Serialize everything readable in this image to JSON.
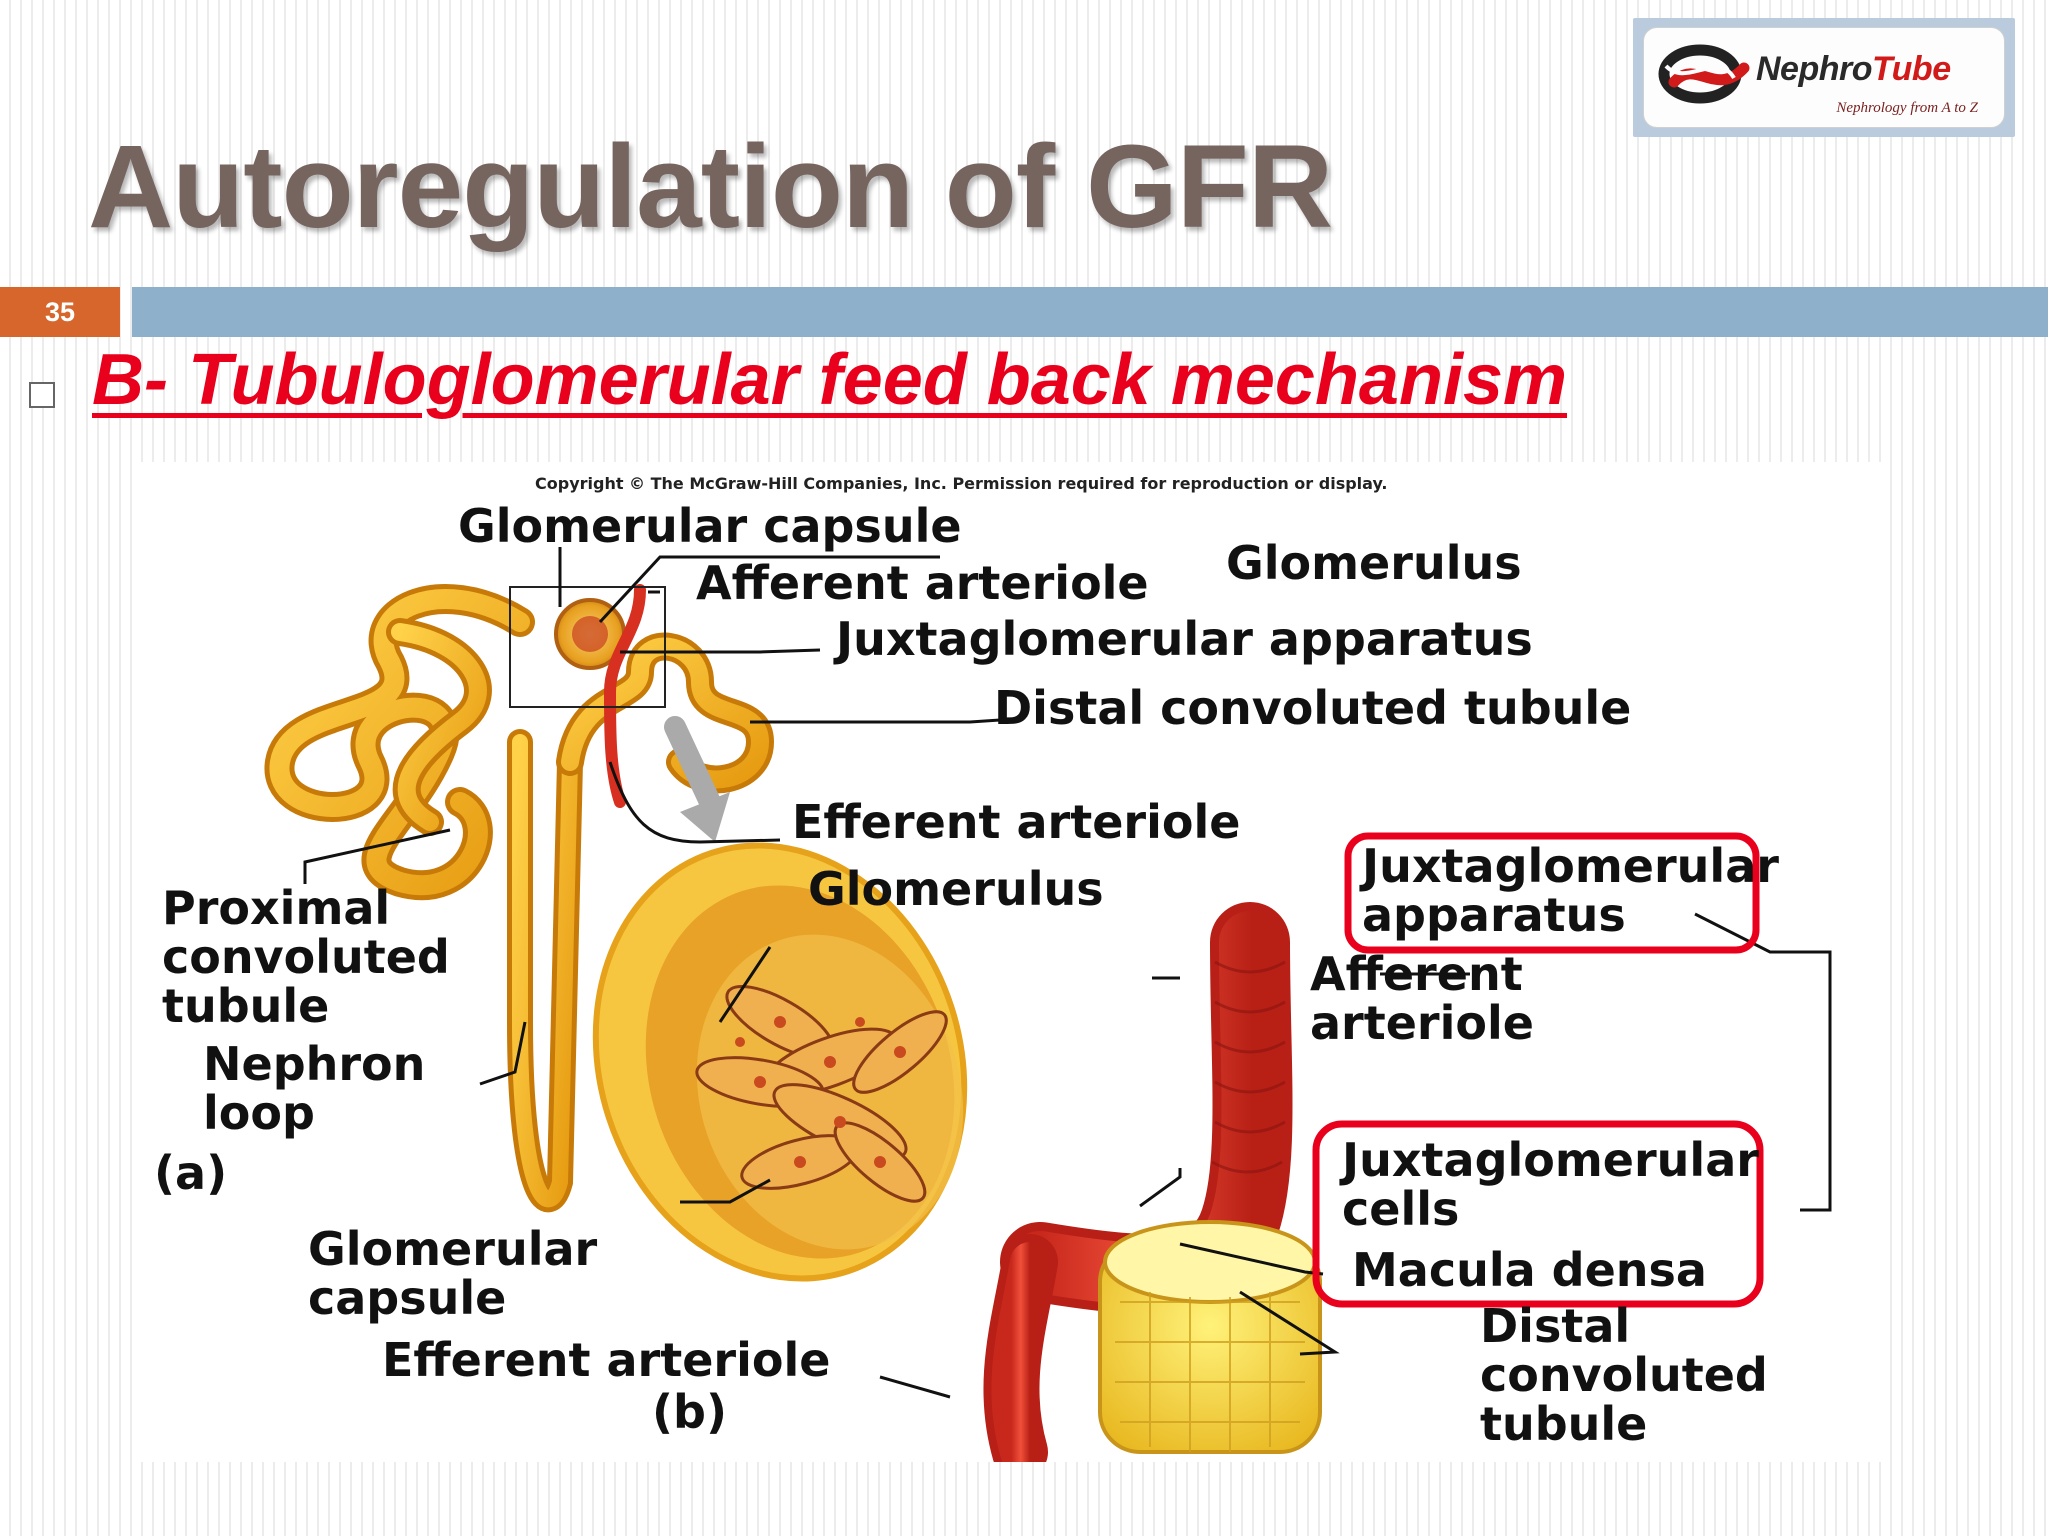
{
  "header": {
    "title": "Autoregulation of GFR",
    "slide_number": "35",
    "subtitle": "B- Tubuloglomerular feed back mechanism"
  },
  "logo": {
    "name_part1": "Nephro",
    "name_part2": "Tube",
    "tagline": "Nephrology from A to Z"
  },
  "figure": {
    "copyright": "Copyright © The McGraw-Hill Companies, Inc. Permission required for reproduction or display.",
    "panel_a": {
      "glomerular_capsule": "Glomerular capsule",
      "glomerulus": "Glomerulus",
      "afferent_arteriole": "Afferent arteriole",
      "juxtaglomerular_apparatus": "Juxtaglomerular apparatus",
      "distal_convoluted_tubule": "Distal convoluted tubule",
      "efferent_arteriole": "Efferent arteriole",
      "proximal_1": "Proximal",
      "proximal_2": "convoluted",
      "proximal_3": "tubule",
      "nephron_1": "Nephron",
      "nephron_2": "loop",
      "panel_label": "(a)"
    },
    "panel_b": {
      "glomerulus": "Glomerulus",
      "jga_1": "Juxtaglomerular",
      "jga_2": "apparatus",
      "afferent_1": "Afferent",
      "afferent_2": "arteriole",
      "jg_cells_1": "Juxtaglomerular",
      "jg_cells_2": "cells",
      "macula_densa": "Macula densa",
      "distal_1": "Distal",
      "distal_2": "convoluted",
      "distal_3": "tubule",
      "capsule_1": "Glomerular",
      "capsule_2": "capsule",
      "efferent": "Efferent arteriole",
      "panel_label": "(b)"
    }
  },
  "colors": {
    "title": "#76655e",
    "subtitle": "#e8001c",
    "slide_number_bg": "#d7662c",
    "bar": "#8fb0ca",
    "highlight_box": "#e8001c"
  }
}
